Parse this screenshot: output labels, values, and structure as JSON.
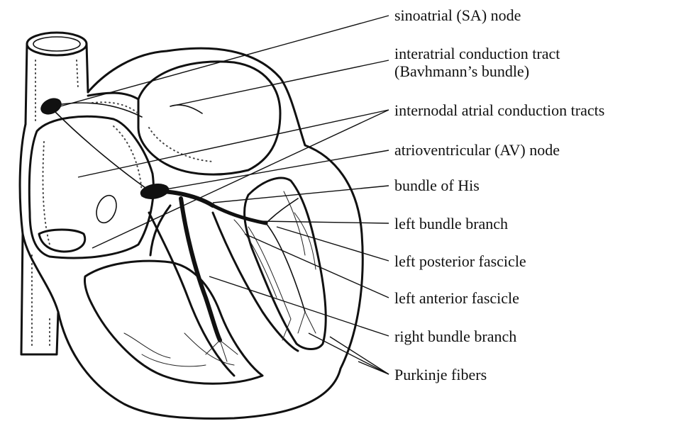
{
  "figure": {
    "labels": [
      {
        "id": "sa-node",
        "lines": [
          "sinoatrial (SA) node"
        ]
      },
      {
        "id": "interatrial-tract",
        "lines": [
          "interatrial conduction tract",
          "(Bavhmann’s bundle)"
        ]
      },
      {
        "id": "internodal-tracts",
        "lines": [
          "internodal atrial conduction tracts"
        ]
      },
      {
        "id": "av-node",
        "lines": [
          "atrioventricular (AV) node"
        ]
      },
      {
        "id": "bundle-of-his",
        "lines": [
          "bundle of His"
        ]
      },
      {
        "id": "left-bundle-branch",
        "lines": [
          "left bundle branch"
        ]
      },
      {
        "id": "left-posterior-fascicle",
        "lines": [
          "left posterior fascicle"
        ]
      },
      {
        "id": "left-anterior-fascicle",
        "lines": [
          "left anterior fascicle"
        ]
      },
      {
        "id": "right-bundle-branch",
        "lines": [
          "right bundle branch"
        ]
      },
      {
        "id": "purkinje-fibers",
        "lines": [
          "Purkinje fibers"
        ]
      }
    ]
  }
}
